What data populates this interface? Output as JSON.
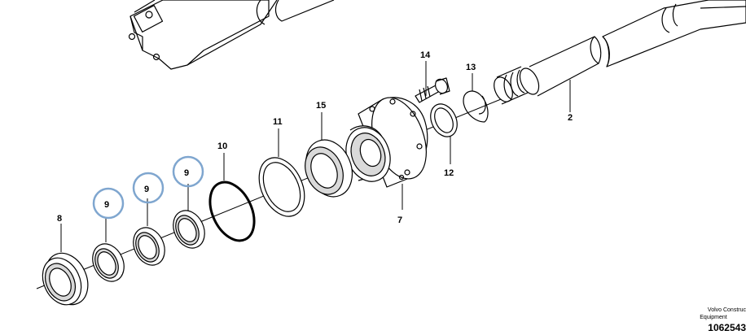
{
  "labels": {
    "l2": "2",
    "l7": "7",
    "l8": "8",
    "l9a": "9",
    "l9b": "9",
    "l9c": "9",
    "l10": "10",
    "l11": "11",
    "l12": "12",
    "l13": "13",
    "l14": "14",
    "l15": "15"
  },
  "footer": {
    "company_line1": "Volvo Construc",
    "company_line2": "Equipment",
    "drawing_number": "1062543"
  },
  "colors": {
    "highlight_circle": "#7fa6cf",
    "line": "#000000",
    "shade": "#d9d9d9"
  }
}
